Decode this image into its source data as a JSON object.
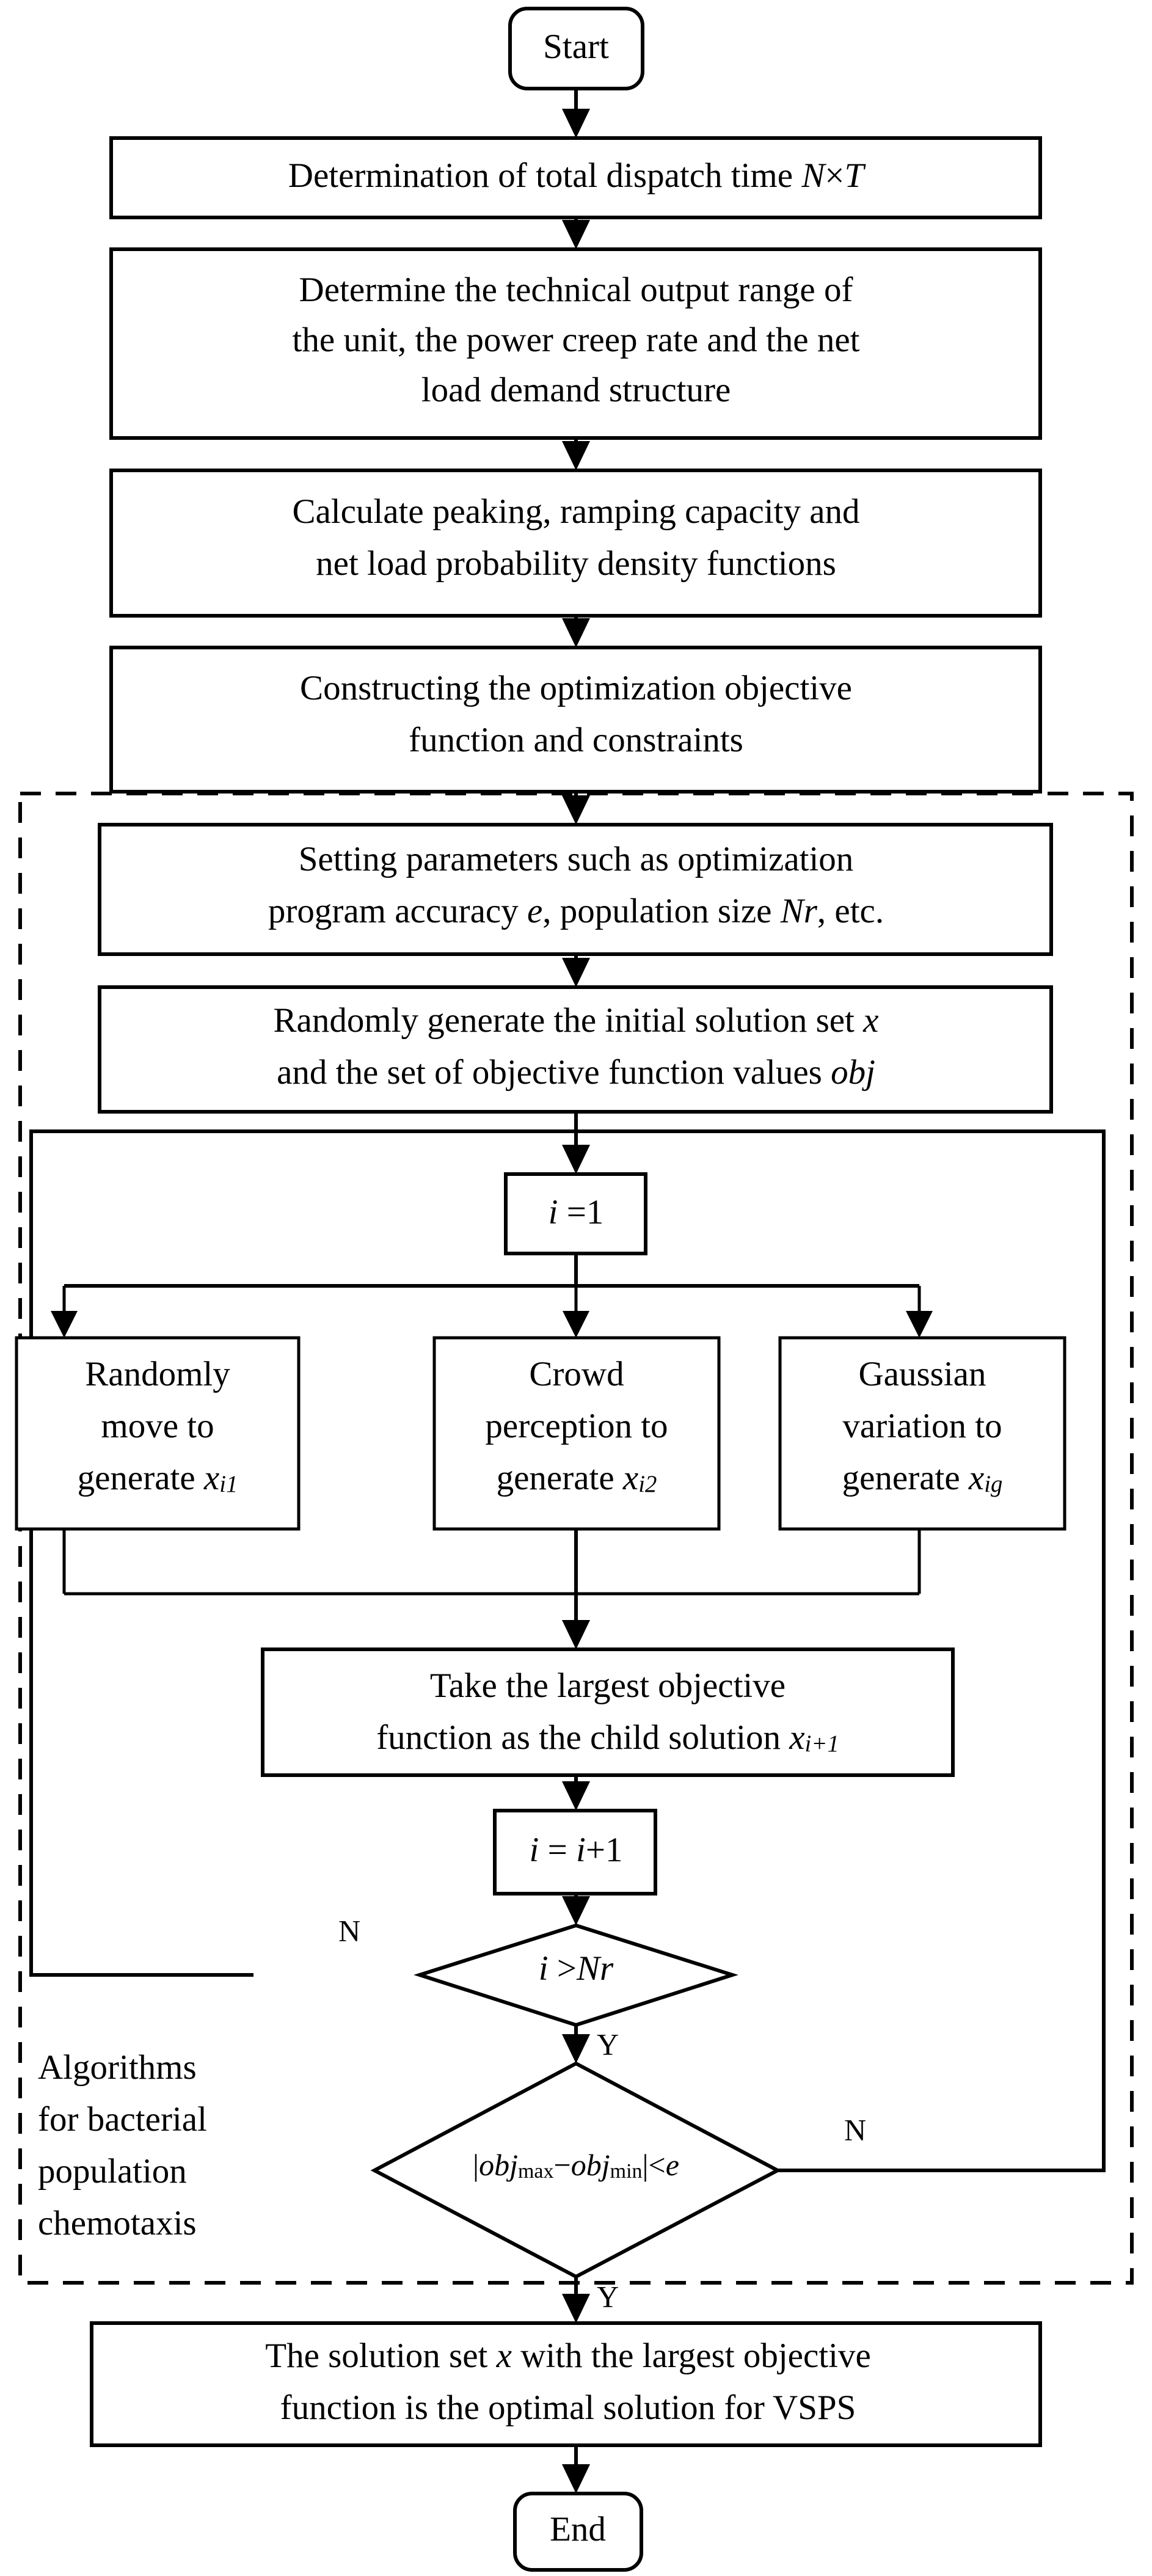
{
  "diagram": {
    "title": "Flowchart of bacterial population chemotaxis optimization for VSPS dispatch",
    "type": "flowchart",
    "background_color": "#ffffff",
    "line_color": "#000000"
  },
  "nodes": {
    "start": {
      "label": "Start",
      "shape": "rounded-terminator"
    },
    "step1": {
      "label_parts": [
        "Determination of total dispatch time ",
        "N",
        "×",
        "T"
      ],
      "shape": "process"
    },
    "step2": {
      "lines": [
        "Determine the technical output range of",
        "the unit, the power creep rate and the net",
        "load demand structure"
      ],
      "shape": "process"
    },
    "step3": {
      "lines": [
        "Calculate peaking, ramping capacity and",
        "net load probability density functions"
      ],
      "shape": "process"
    },
    "step4": {
      "lines": [
        "Constructing the optimization objective",
        "function and constraints"
      ],
      "shape": "process"
    },
    "step5": {
      "lines": [
        "Setting parameters such as optimization",
        "program accuracy e, population size Nr, etc."
      ],
      "shape": "process"
    },
    "step6": {
      "lines": [
        "Randomly generate the initial solution set x",
        "and the set of objective function values obj"
      ],
      "shape": "process"
    },
    "init_i": {
      "label": "i =1",
      "shape": "process"
    },
    "branch_a": {
      "lines": [
        "Randomly",
        "move  to",
        "generate xi1"
      ],
      "shape": "process"
    },
    "branch_b": {
      "lines": [
        "Crowd",
        "perception to",
        "generate xi2"
      ],
      "shape": "process"
    },
    "branch_c": {
      "lines": [
        "Gaussian",
        "variation to",
        "generate xig"
      ],
      "shape": "process"
    },
    "merge_step": {
      "lines": [
        "Take the largest objective",
        "function as the child solution xi+1"
      ],
      "shape": "process"
    },
    "incr_i": {
      "label": "i = i+1",
      "shape": "process"
    },
    "decision1": {
      "label": "i >Nr",
      "shape": "diamond"
    },
    "decision2": {
      "label": "|objmax−objmin|<e",
      "shape": "diamond"
    },
    "final_step": {
      "lines": [
        "The solution set x with the largest objective",
        "function is the optimal solution for VSPS"
      ],
      "shape": "process"
    },
    "end": {
      "label": "End",
      "shape": "rounded-terminator"
    }
  },
  "edge_labels": {
    "decision1_no": "N",
    "decision1_yes": "Y",
    "decision2_no": "N",
    "decision2_yes": "Y"
  },
  "group": {
    "style": "dashed",
    "note_lines": [
      "Algorithms",
      "for bacterial",
      "population",
      "chemotaxis"
    ]
  }
}
